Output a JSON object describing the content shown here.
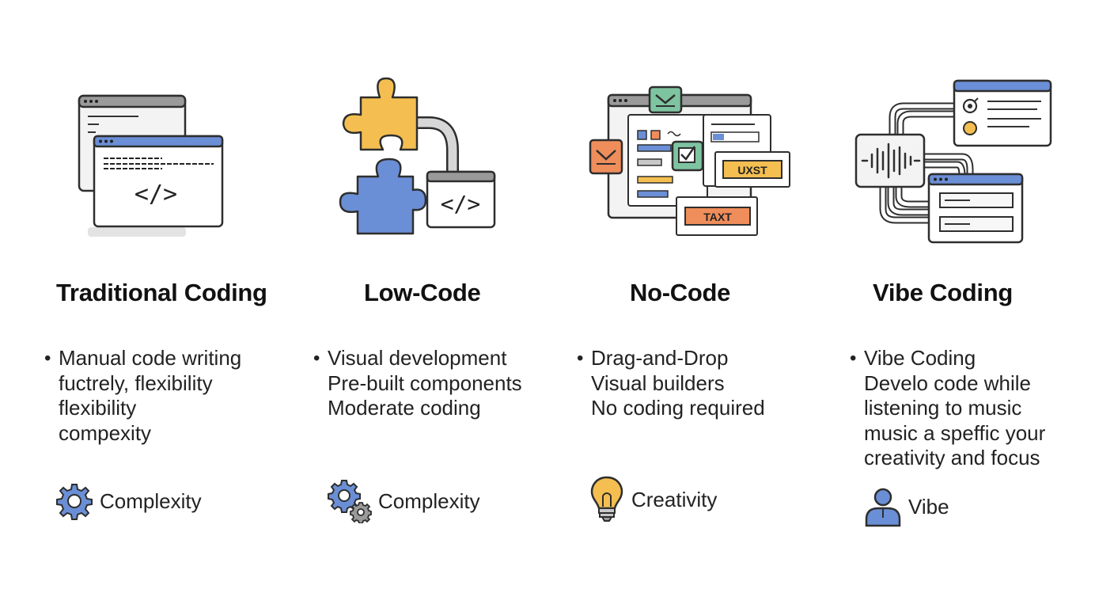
{
  "columns": [
    {
      "title": "Traditional Coding",
      "bullets": [
        "Manual code writing",
        "fuctrely, flexibility",
        "flexibility",
        "compexity"
      ],
      "footer": {
        "icon": "gear-icon",
        "label": "Complexity"
      }
    },
    {
      "title": "Low-Code",
      "bullets": [
        "Visual development",
        "Pre-built components",
        "Moderate coding"
      ],
      "footer": {
        "icon": "gears-icon",
        "label": "Complexity"
      }
    },
    {
      "title": "No-Code",
      "bullets": [
        "Drag-and-Drop",
        "Visual builders",
        "No coding required"
      ],
      "footer": {
        "icon": "lightbulb-icon",
        "label": "Creativity"
      }
    },
    {
      "title": "Vibe Coding",
      "bullets": [
        "Vibe Coding",
        "Develo code while",
        "listening to music",
        "music a speffic your",
        "creativity and focus"
      ],
      "footer": {
        "icon": "person-icon",
        "label": "Vibe"
      }
    }
  ],
  "illustrations": {
    "traditional": {
      "code_symbol": "</>"
    },
    "lowcode": {
      "code_symbol": "</>"
    },
    "nocode": {
      "tag_1": "UXST",
      "tag_2": "TAXT"
    }
  },
  "colors": {
    "blue": "#6b8fd6",
    "yellow": "#f4bf50",
    "green": "#7ec4a1",
    "orange": "#ef8d5b",
    "gray": "#8a8a8a",
    "stroke": "#2e2e2e"
  }
}
